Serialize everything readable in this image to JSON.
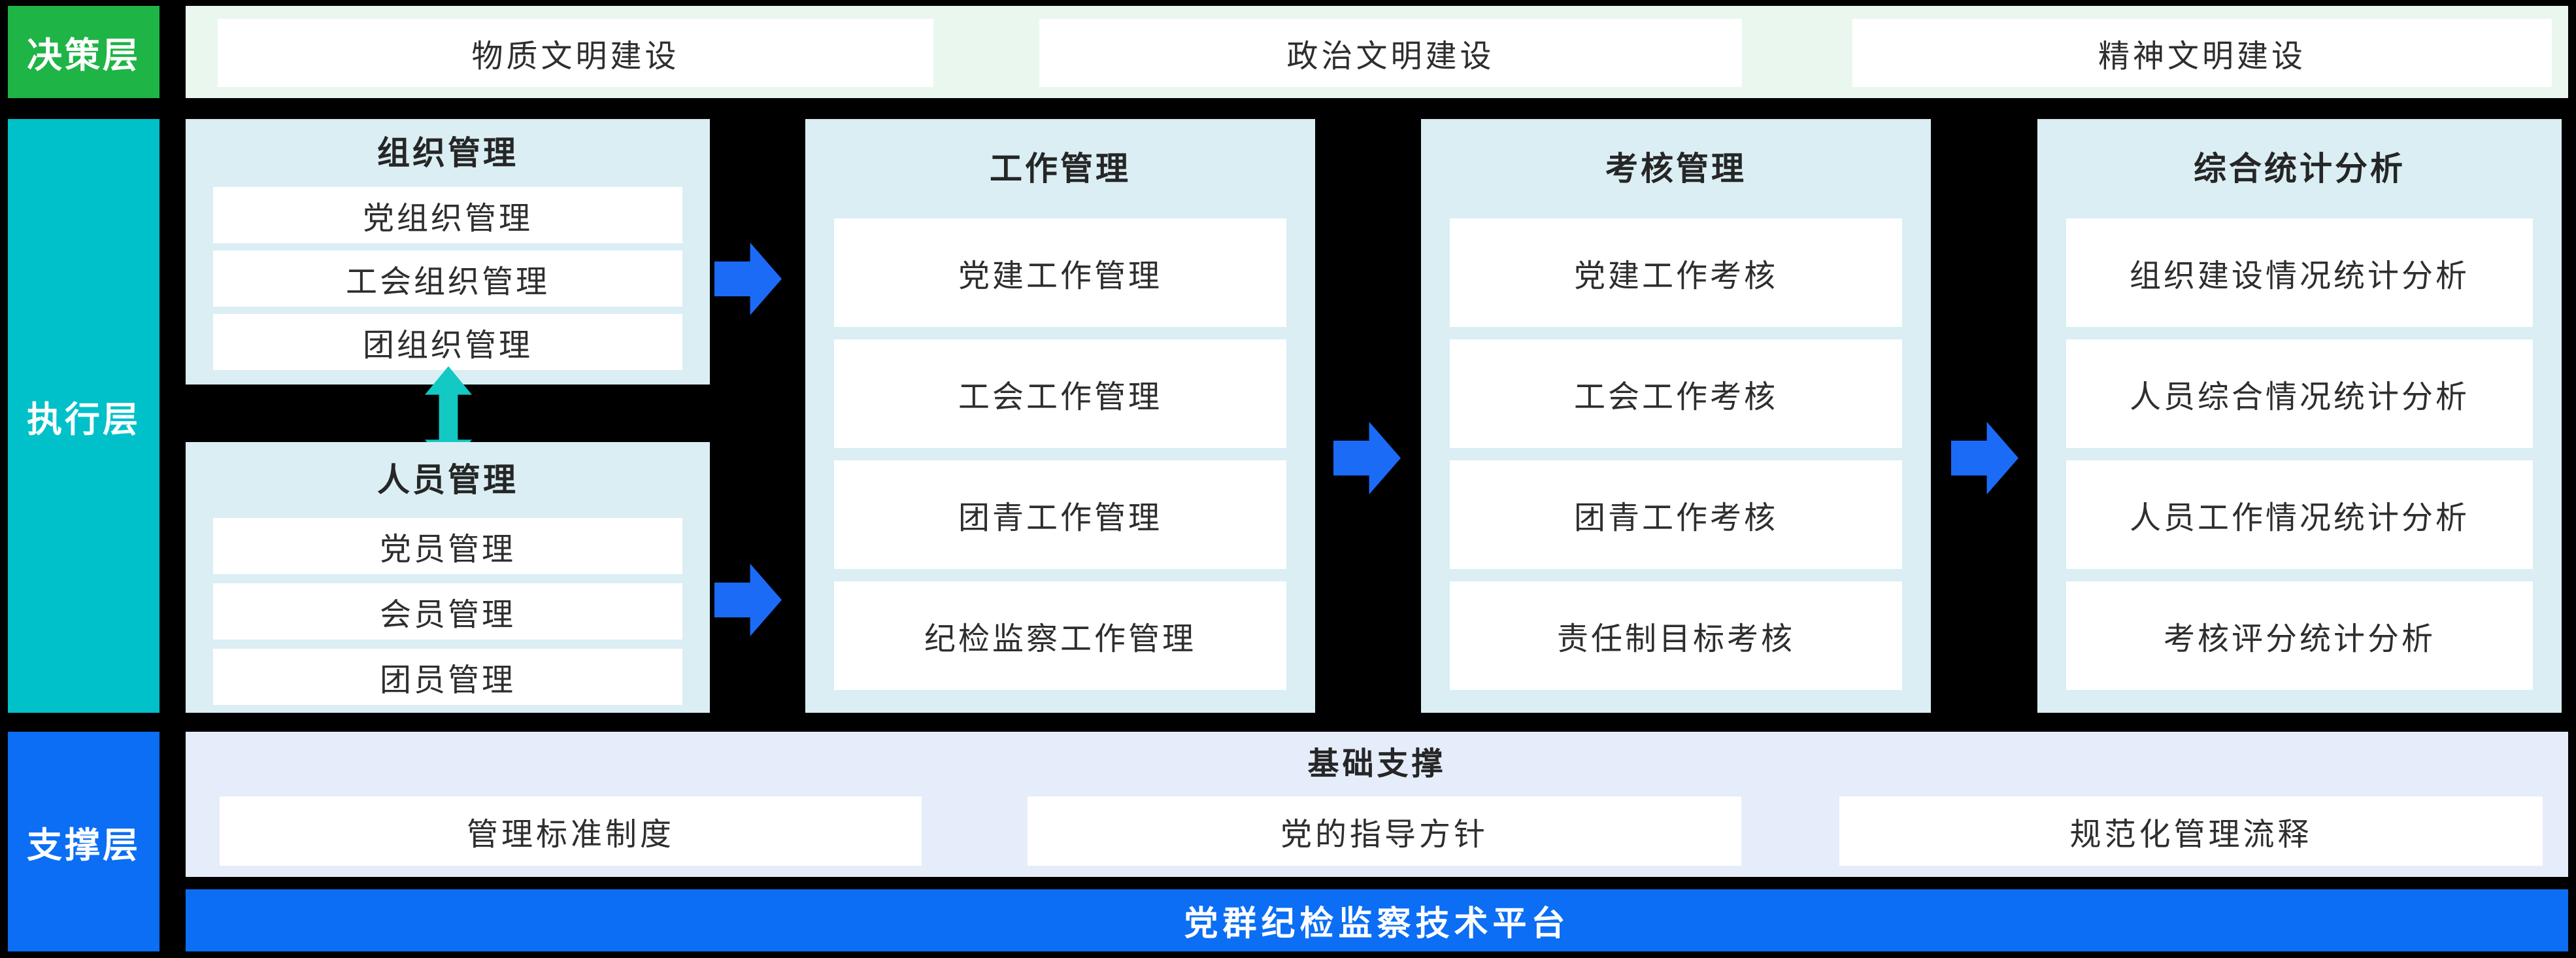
{
  "palette": {
    "background": "#000000",
    "decision_green": "#1eb446",
    "execution_teal": "#00c0c9",
    "support_blue": "#0b6ef4",
    "arrow_blue": "#1b6bf7",
    "double_arrow_cyan": "#12c9c4",
    "decision_strip_bg": "#eaf7ef",
    "group_bg": "#daeef4",
    "support_strip_bg": "#e5edfb",
    "box_white": "#ffffff",
    "text_dark": "#2e2e2e",
    "text_light": "#ffffff"
  },
  "icons": {
    "horizontal_arrow": "arrow-right-icon",
    "vertical_arrow": "double-arrow-vertical-icon"
  },
  "layers": {
    "decision": "决策层",
    "execution": "执行层",
    "support": "支撑层"
  },
  "decision_row": {
    "items": [
      "物质文明建设",
      "政治文明建设",
      "精神文明建设"
    ]
  },
  "execution_row": {
    "org_group": {
      "title": "组织管理",
      "items": [
        "党组织管理",
        "工会组织管理",
        "团组织管理"
      ]
    },
    "personnel_group": {
      "title": "人员管理",
      "items": [
        "党员管理",
        "会员管理",
        "团员管理"
      ]
    },
    "work_group": {
      "title": "工作管理",
      "items": [
        "党建工作管理",
        "工会工作管理",
        "团青工作管理",
        "纪检监察工作管理"
      ]
    },
    "assessment_group": {
      "title": "考核管理",
      "items": [
        "党建工作考核",
        "工会工作考核",
        "团青工作考核",
        "责任制目标考核"
      ]
    },
    "stats_group": {
      "title": "综合统计分析",
      "items": [
        "组织建设情况统计分析",
        "人员综合情况统计分析",
        "人员工作情况统计分析",
        "考核评分统计分析"
      ]
    }
  },
  "support_row": {
    "title": "基础支撑",
    "items": [
      "管理标准制度",
      "党的指导方针",
      "规范化管理流释"
    ]
  },
  "platform_bar": {
    "label": "党群纪检监察技术平台"
  }
}
